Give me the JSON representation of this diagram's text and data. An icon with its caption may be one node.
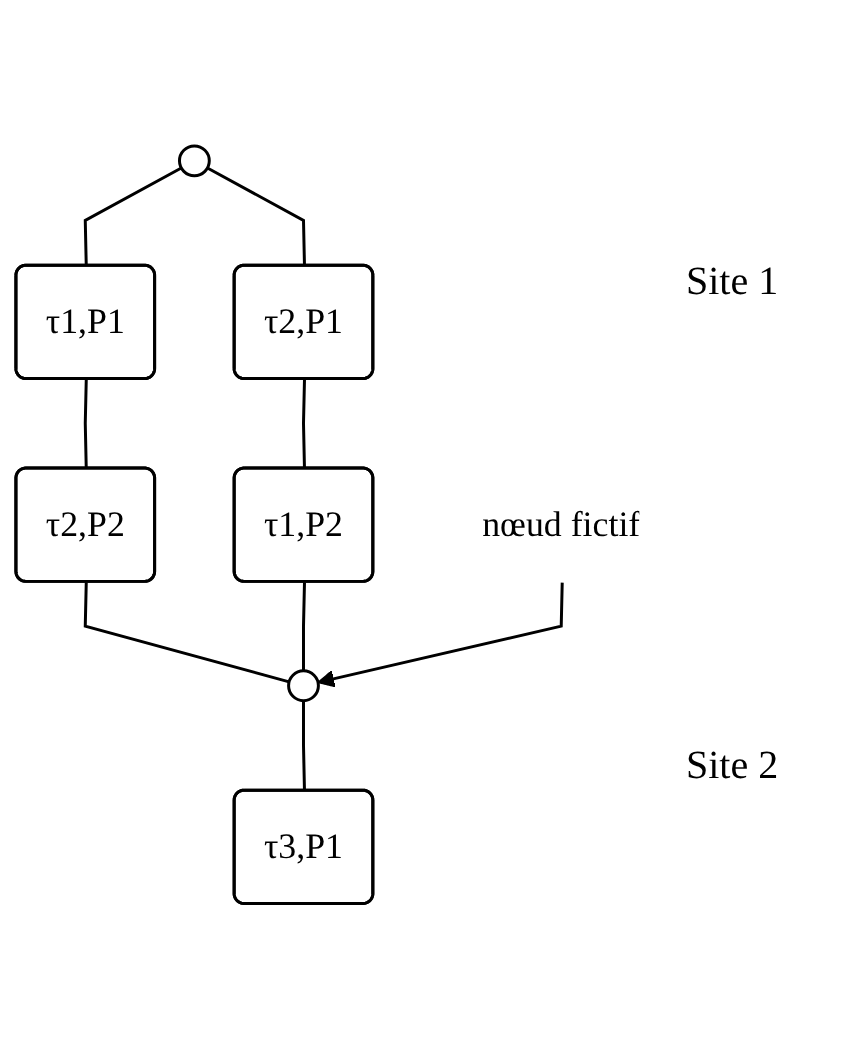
{
  "diagram": {
    "nodes": [
      {
        "text": [],
        "shape": "circle"
      },
      {
        "text": [
          "τ1,P1"
        ]
      },
      {
        "text": [
          "τ2,P1"
        ]
      },
      {
        "text": [
          "τ2,P2"
        ]
      },
      {
        "text": [
          "τ1,P2"
        ]
      },
      {
        "text": [],
        "shape": "circle"
      },
      {
        "text": [
          "τ3,P1"
        ]
      },
      {
        "text": [
          "nœud fictif"
        ]
      }
    ],
    "edges": [
      {
        "from": 0,
        "to": 1,
        "arrow": "none"
      },
      {
        "from": 0,
        "to": 2,
        "arrow": "none"
      },
      {
        "from": 1,
        "to": 3,
        "arrow": "none"
      },
      {
        "from": 2,
        "to": 4,
        "arrow": "none"
      },
      {
        "from": 3,
        "to": 5,
        "arrow": "none"
      },
      {
        "from": 4,
        "to": 5,
        "arrow": "none"
      },
      {
        "from": 5,
        "to": 6,
        "arrow": "none"
      },
      {
        "from": 7,
        "to": 5,
        "arrow": "to"
      }
    ],
    "labels": [
      "Site 1",
      "Site 2"
    ]
  }
}
